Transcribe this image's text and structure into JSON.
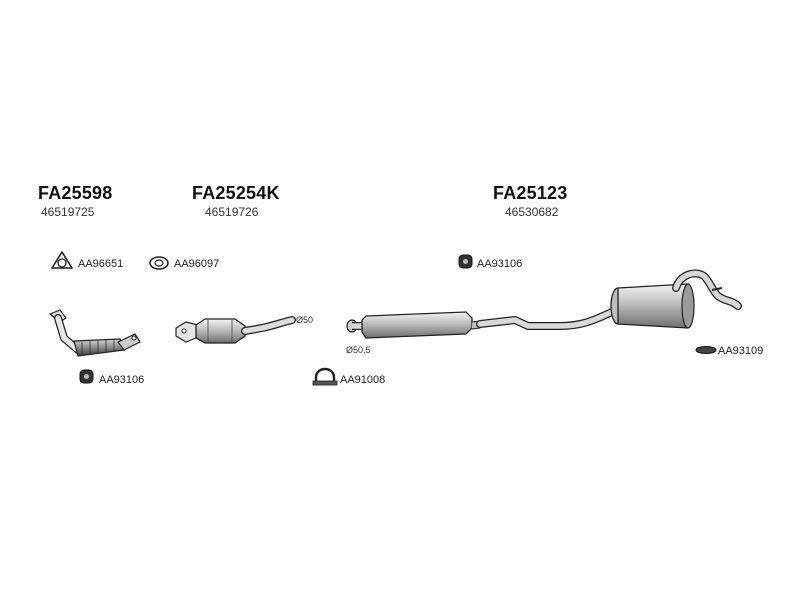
{
  "groups": [
    {
      "ref": "FA25598",
      "oe": "46519725"
    },
    {
      "ref": "FA25254K",
      "oe": "46519726"
    },
    {
      "ref": "FA25123",
      "oe": "46530682"
    }
  ],
  "parts": {
    "gasket_triangle": "AA96651",
    "gasket_oval": "AA96097",
    "mount_left": "AA93106",
    "mount_center": "AA93106",
    "clamp": "AA91008",
    "hanger_right": "AA93109"
  },
  "dimensions": {
    "cat_outlet": "Ø50",
    "mid_inlet": "Ø50,5"
  }
}
